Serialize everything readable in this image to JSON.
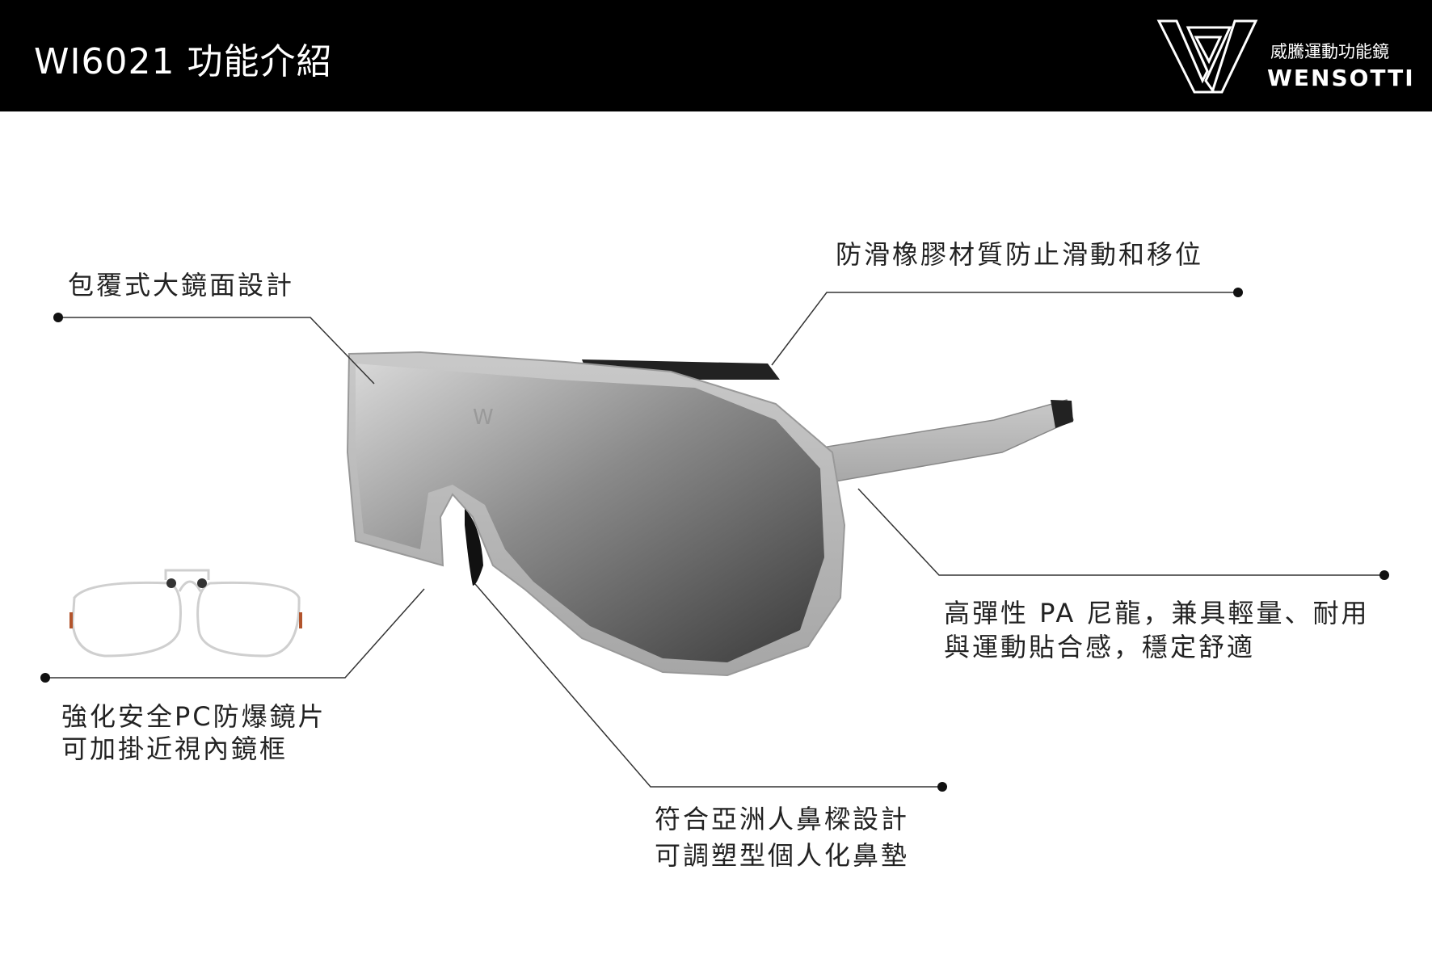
{
  "header": {
    "title": "WI6021 功能介紹",
    "logo_cn": "威騰運動功能鏡",
    "logo_en": "WENSOTTI"
  },
  "callouts": {
    "lens": "包覆式大鏡面設計",
    "antislip": "防滑橡膠材質防止滑動和移位",
    "nylon_line1": "高彈性 PA 尼龍，兼具輕量、耐用",
    "nylon_line2": "與運動貼合感，穩定舒適",
    "pc_line1": "強化安全PC防爆鏡片",
    "pc_line2": "可加掛近視內鏡框",
    "nose_line1": "符合亞洲人鼻樑設計",
    "nose_line2": "可調塑型個人化鼻墊"
  }
}
